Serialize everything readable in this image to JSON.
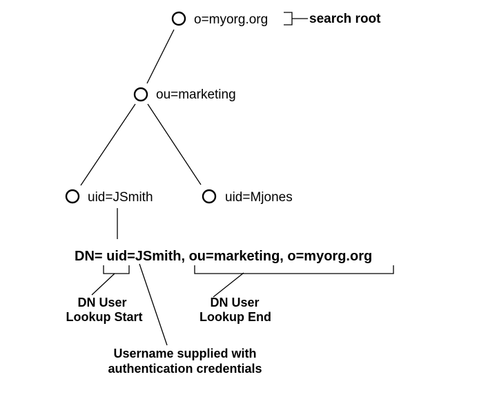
{
  "diagram": {
    "type": "ldap-directory-tree",
    "colors": {
      "line": "#000000",
      "text": "#000000",
      "background": "#ffffff"
    },
    "nodes": {
      "root": {
        "label": "o=myorg.org"
      },
      "ou": {
        "label": "ou=marketing"
      },
      "user1": {
        "label": "uid=JSmith"
      },
      "user2": {
        "label": "uid=Mjones"
      }
    },
    "annotations": {
      "search_root": "search root",
      "dn_string": "DN= uid=JSmith, ou=marketing, o=myorg.org",
      "lookup_start": {
        "line1": "DN User",
        "line2": "Lookup Start"
      },
      "lookup_end": {
        "line1": "DN User",
        "line2": "Lookup End"
      },
      "username_note": {
        "line1": "Username supplied with",
        "line2": "authentication credentials"
      }
    }
  }
}
